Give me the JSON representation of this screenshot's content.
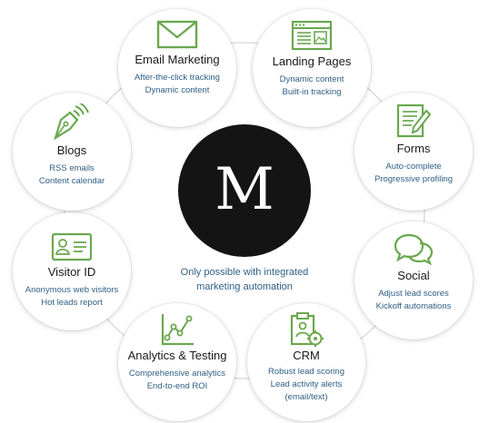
{
  "center": {
    "logo_letter": "M",
    "caption_line1": "Only possible with integrated",
    "caption_line2": "marketing automation"
  },
  "colors": {
    "icon_green": "#6aa84f",
    "subtext_blue": "#2e5f86",
    "center_fill": "#141414",
    "ring_line": "#d4d4d4"
  },
  "nodes": [
    {
      "title": "Email Marketing",
      "lines": [
        "After-the-click tracking",
        "Dynamic content"
      ],
      "icon": "envelope-icon"
    },
    {
      "title": "Landing Pages",
      "lines": [
        "Dynamic content",
        "Built-in tracking"
      ],
      "icon": "browser-window-icon"
    },
    {
      "title": "Forms",
      "lines": [
        "Auto-complete",
        "Progressive profiling"
      ],
      "icon": "form-pencil-icon"
    },
    {
      "title": "Social",
      "lines": [
        "Adjust lead scores",
        "Kickoff automations"
      ],
      "icon": "chat-bubbles-icon"
    },
    {
      "title": "CRM",
      "lines": [
        "Robust lead scoring",
        "Lead activity alerts",
        "(email/text)"
      ],
      "icon": "clipboard-gear-icon"
    },
    {
      "title": "Analytics & Testing",
      "lines": [
        "Comprehensive analytics",
        "End-to-end ROI"
      ],
      "icon": "line-chart-icon"
    },
    {
      "title": "Visitor ID",
      "lines": [
        "Anonymous web visitors",
        "Hot leads report"
      ],
      "icon": "id-card-icon"
    },
    {
      "title": "Blogs",
      "lines": [
        "RSS emails",
        "Content calendar"
      ],
      "icon": "pen-nib-rss-icon"
    }
  ]
}
